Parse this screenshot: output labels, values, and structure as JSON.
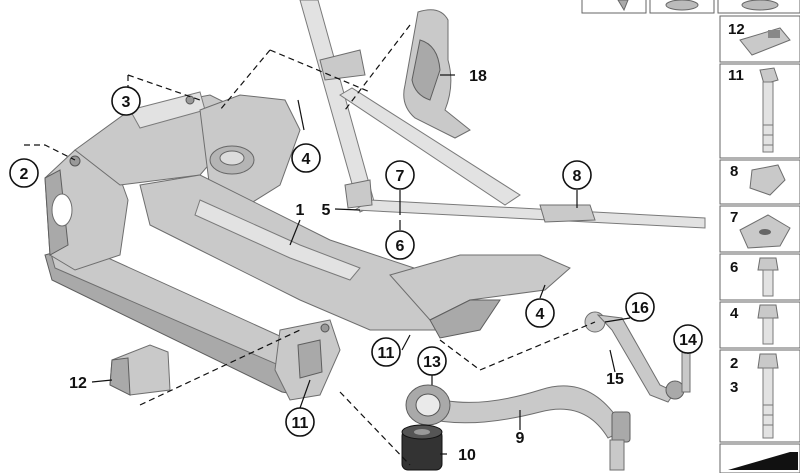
{
  "callouts": [
    {
      "id": "c1",
      "text": "1"
    },
    {
      "id": "c2",
      "text": "2"
    },
    {
      "id": "c3",
      "text": "3"
    },
    {
      "id": "c4a",
      "text": "4"
    },
    {
      "id": "c4b",
      "text": "4"
    },
    {
      "id": "c5",
      "text": "5"
    },
    {
      "id": "c6",
      "text": "6"
    },
    {
      "id": "c7",
      "text": "7"
    },
    {
      "id": "c8",
      "text": "8"
    },
    {
      "id": "c9",
      "text": "9"
    },
    {
      "id": "c10",
      "text": "10"
    },
    {
      "id": "c11a",
      "text": "11"
    },
    {
      "id": "c11b",
      "text": "11"
    },
    {
      "id": "c12",
      "text": "12"
    },
    {
      "id": "c13",
      "text": "13"
    },
    {
      "id": "c14",
      "text": "14"
    },
    {
      "id": "c15",
      "text": "15"
    },
    {
      "id": "c16",
      "text": "16"
    },
    {
      "id": "c18",
      "text": "18"
    }
  ],
  "side_panel": [
    {
      "text": "12"
    },
    {
      "text": "11"
    },
    {
      "text": "8"
    },
    {
      "text": "7"
    },
    {
      "text": "6"
    },
    {
      "text": "4"
    },
    {
      "text": "2"
    },
    {
      "text": "3"
    }
  ]
}
